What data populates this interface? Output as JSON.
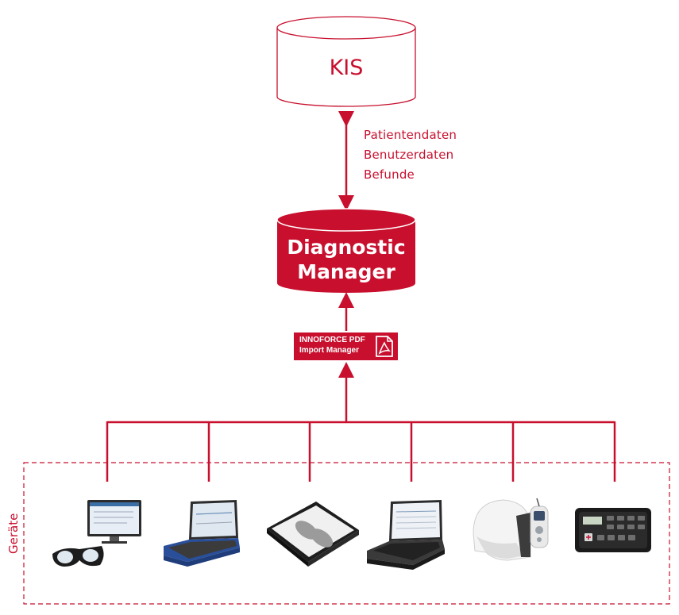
{
  "kis": {
    "label": "KIS"
  },
  "data_flow": {
    "items": [
      "Patientendaten",
      "Benutzerdaten",
      "Befunde"
    ]
  },
  "diagnostic_manager": {
    "line1": "Diagnostic",
    "line2": "Manager"
  },
  "import_manager": {
    "line1": "INNOFORCE PDF",
    "line2": "Import Manager",
    "icon": "pdf-icon"
  },
  "devices_group": {
    "label": "Geräte"
  },
  "devices": [
    {
      "icon": "monitor-with-video-goggles-icon"
    },
    {
      "icon": "laptop-blue-icon"
    },
    {
      "icon": "foot-pressure-plate-icon"
    },
    {
      "icon": "laptop-black-icon"
    },
    {
      "icon": "helmet-with-remote-icon"
    },
    {
      "icon": "control-keypad-device-icon"
    }
  ],
  "colors": {
    "accent": "#c8102e",
    "white": "#ffffff"
  }
}
